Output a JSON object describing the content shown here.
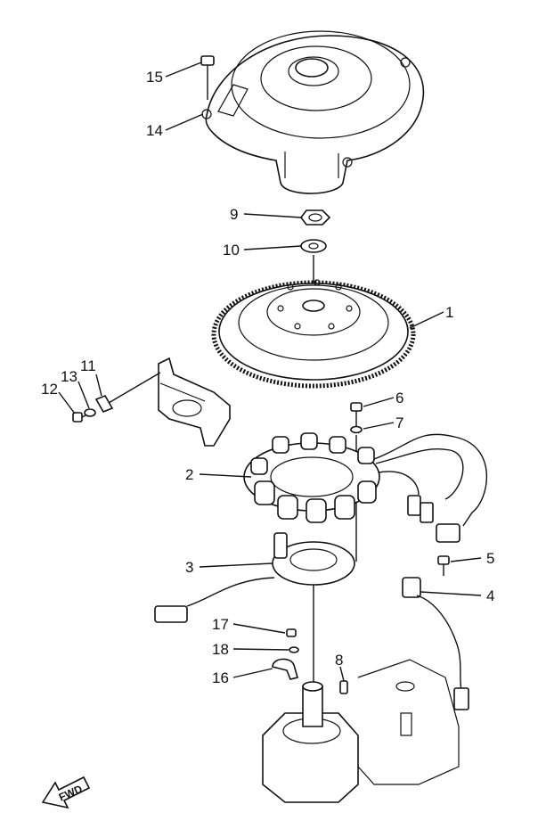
{
  "labels": {
    "l1": "1",
    "l2": "2",
    "l3": "3",
    "l4": "4",
    "l5": "5",
    "l6": "6",
    "l7": "7",
    "l8": "8",
    "l9": "9",
    "l10": "10",
    "l11": "11",
    "l12": "12",
    "l13": "13",
    "l14": "14",
    "l15": "15",
    "l16": "16",
    "l17": "17",
    "l18": "18"
  },
  "fwd_arrow": {
    "text": "FWD"
  }
}
